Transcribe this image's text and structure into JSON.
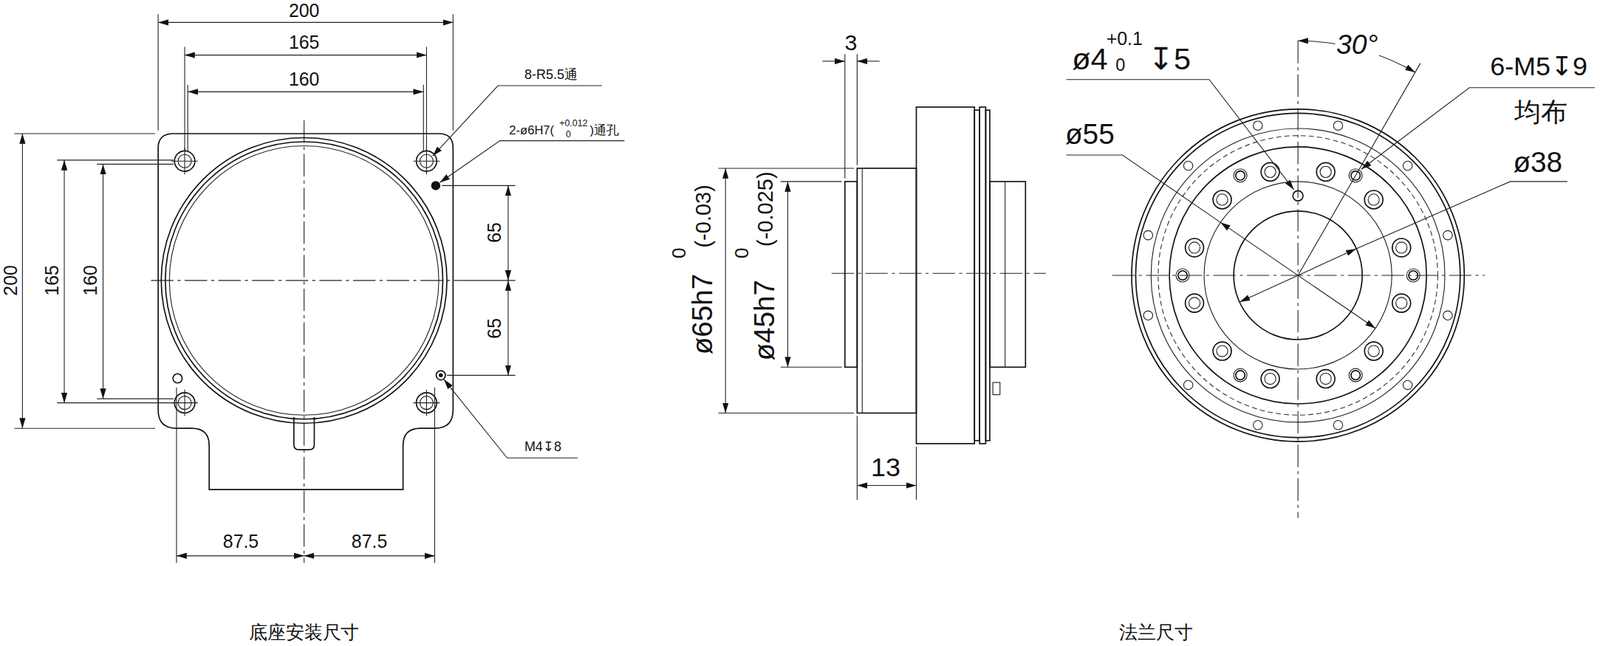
{
  "diagram": {
    "labels": [
      "200",
      "165",
      "160",
      "8-R5.5通",
      "2-ø6H7(",
      "+0.012",
      "0",
      ")通孔",
      "200",
      "165",
      "160",
      "65",
      "65",
      "M4↧8",
      "87.5",
      "87.5",
      "底座安装尺寸",
      "3",
      "13",
      "ø65h7",
      "0",
      "(-0.03)",
      "ø45h7",
      "0",
      "(-0.025)",
      "ø4",
      "+0.1",
      "0",
      "↧5",
      "30°",
      "6-M5↧9",
      "均布",
      "ø55",
      "ø38",
      "法兰尺寸"
    ]
  }
}
